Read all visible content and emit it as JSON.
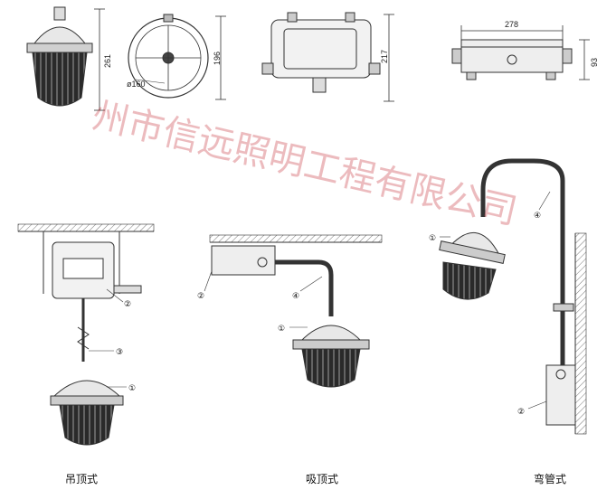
{
  "dimensions": {
    "fixture_height": "261",
    "fixture_diameter": "ø160",
    "top_view_height": "196",
    "box_height": "217",
    "box_width": "278",
    "box_side_height": "93"
  },
  "callouts": {
    "c1": "①",
    "c2": "②",
    "c3": "③",
    "c4": "④"
  },
  "captions": {
    "pendant": "吊顶式",
    "ceiling": "吸顶式",
    "bent_pipe": "弯管式"
  },
  "watermark": "州市信远照明工程有限公司",
  "colors": {
    "line": "#333333",
    "watermark": "#d04050"
  },
  "icons": [
    "lamp-shade-icon",
    "junction-box-icon",
    "pipe-icon",
    "ceiling-hatch-icon",
    "wall-hatch-icon"
  ]
}
